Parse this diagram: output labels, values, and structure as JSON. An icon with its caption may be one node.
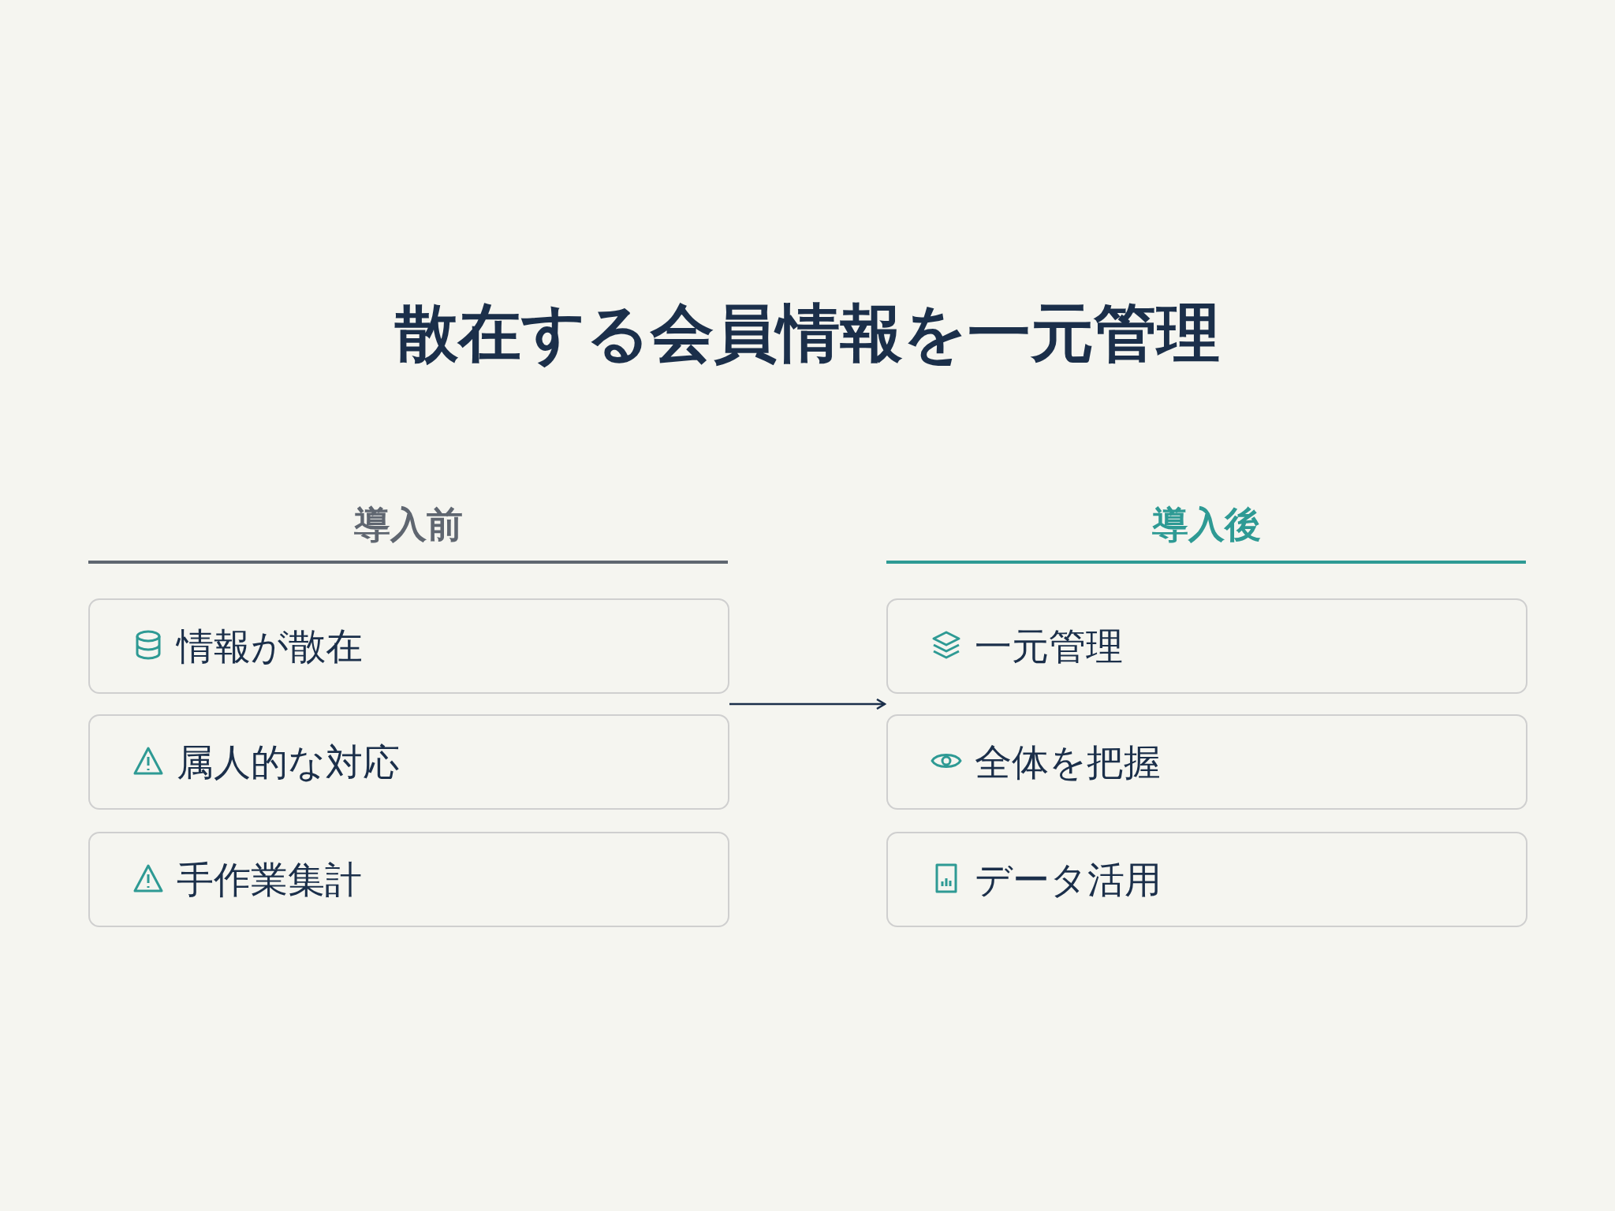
{
  "diagram": {
    "title": "散在する会員情報を一元管理",
    "nodes": [
      {
        "text": [
          "導入前"
        ]
      },
      {
        "text": [
          "情報が散在"
        ],
        "in": 0
      },
      {
        "text": [
          "属人的な対応"
        ],
        "in": 0
      },
      {
        "text": [
          "手作業集計"
        ],
        "in": 0
      },
      {
        "text": [
          "導入後"
        ]
      },
      {
        "text": [
          "一元管理"
        ],
        "in": 4
      },
      {
        "text": [
          "全体を把握"
        ],
        "in": 4
      },
      {
        "text": [
          "データ活用"
        ],
        "in": 4
      }
    ],
    "edges": [
      {
        "from": 0,
        "to": 4,
        "arrow": "to"
      }
    ]
  }
}
